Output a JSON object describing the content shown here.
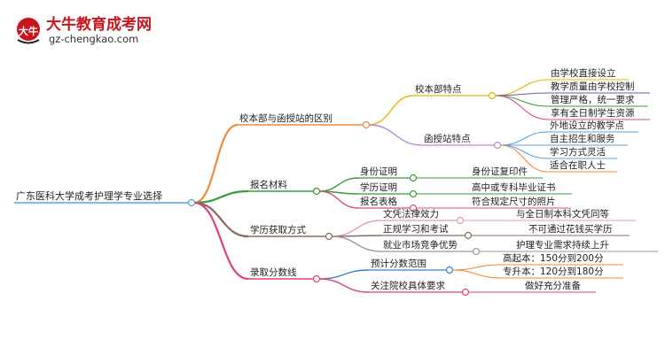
{
  "logo": {
    "mark": "大牛",
    "title": "大牛教育成考网",
    "url": "gz-chengkao.com"
  },
  "mindmap": {
    "root": "广东医科大学成考护理学专业选择",
    "branches": [
      {
        "label": "校本部与函授站的区别",
        "color": "#ef8a3c",
        "children": [
          {
            "label": "校本部特点",
            "color": "#e6b800",
            "children": [
              {
                "label": "由学校直接设立",
                "color": "#e6b800"
              },
              {
                "label": "教学质量由学校控制",
                "color": "#7a55b5"
              },
              {
                "label": "管理严格，统一要求",
                "color": "#3a9b3a"
              },
              {
                "label": "享有全日制学生资源",
                "color": "#d94b8a"
              }
            ]
          },
          {
            "label": "函授站特点",
            "color": "#b68ad3",
            "children": [
              {
                "label": "外地设立的教学点",
                "color": "#5aa0e0"
              },
              {
                "label": "自主招生和服务",
                "color": "#5aa0e0"
              },
              {
                "label": "学习方式灵活",
                "color": "#5aa0e0"
              },
              {
                "label": "适合在职人士",
                "color": "#ef8a3c"
              }
            ]
          }
        ]
      },
      {
        "label": "报名材料",
        "color": "#3a9b3a",
        "children": [
          {
            "label": "身份证明",
            "color": "#3a9b3a",
            "children": [
              {
                "label": "身份证复印件",
                "color": "#3a9b3a"
              }
            ]
          },
          {
            "label": "学历证明",
            "color": "#3a9b3a",
            "children": [
              {
                "label": "高中或专科毕业证书",
                "color": "#3a9b3a"
              }
            ]
          },
          {
            "label": "报名表格",
            "color": "#d94b8a",
            "children": [
              {
                "label": "符合规定尺寸的照片",
                "color": "#d94b8a"
              }
            ]
          }
        ]
      },
      {
        "label": "学历获取方式",
        "color": "#8b6b5c",
        "children": [
          {
            "label": "文凭法律效力",
            "color": "#e89ac0",
            "children": [
              {
                "label": "与全日制本科文凭同等",
                "color": "#e89ac0"
              }
            ]
          },
          {
            "label": "正规学习和考试",
            "color": "#8b6b5c",
            "children": [
              {
                "label": "不可通过花钱买学历",
                "color": "#8b6b5c"
              }
            ]
          },
          {
            "label": "就业市场竞争优势",
            "color": "#9a9a9a",
            "children": [
              {
                "label": "护理专业需求持续上升",
                "color": "#9a9a9a"
              }
            ]
          }
        ]
      },
      {
        "label": "录取分数线",
        "color": "#e0407a",
        "children": [
          {
            "label": "预计分数范围",
            "color": "#3d7fc8",
            "children": [
              {
                "label": "高起本：150分到200分",
                "color": "#ef8a3c"
              },
              {
                "label": "专升本：120分到180分",
                "color": "#ef8a3c"
              }
            ]
          },
          {
            "label": "关注院校具体要求",
            "color": "#e0407a",
            "children": [
              {
                "label": "做好充分准备",
                "color": "#e0407a"
              }
            ]
          }
        ]
      }
    ]
  }
}
